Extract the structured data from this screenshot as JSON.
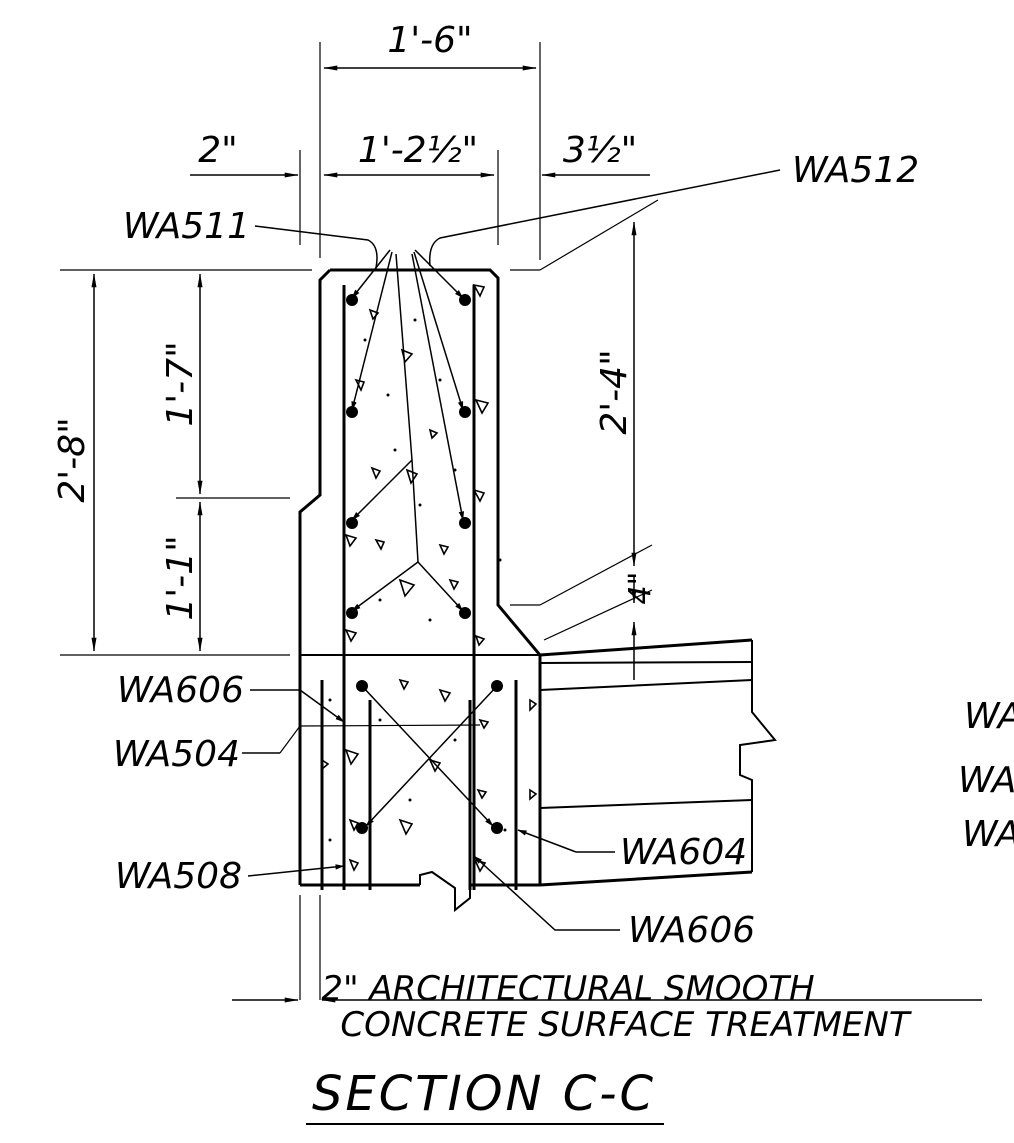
{
  "drawing": {
    "title": "SECTION C-C",
    "note_line1": "2\" ARCHITECTURAL SMOOTH",
    "note_line2": "CONCRETE SURFACE TREATMENT",
    "dims": {
      "overall_width": "1'-6\"",
      "inner_width": "1'-2½\"",
      "left_offset": "2\"",
      "right_offset": "3½\"",
      "total_height": "2'-8\"",
      "upper_height": "1'-7\"",
      "lower_height": "1'-1\"",
      "right_height": "2'-4\"",
      "small_height": "4\""
    },
    "bars": {
      "wa511": "WA511",
      "wa512": "WA512",
      "wa606_left": "WA606",
      "wa504": "WA504",
      "wa508": "WA508",
      "wa604": "WA604",
      "wa606_bottom": "WA606",
      "cut_1": "WA",
      "cut_2": "WA",
      "cut_3": "WA"
    }
  }
}
